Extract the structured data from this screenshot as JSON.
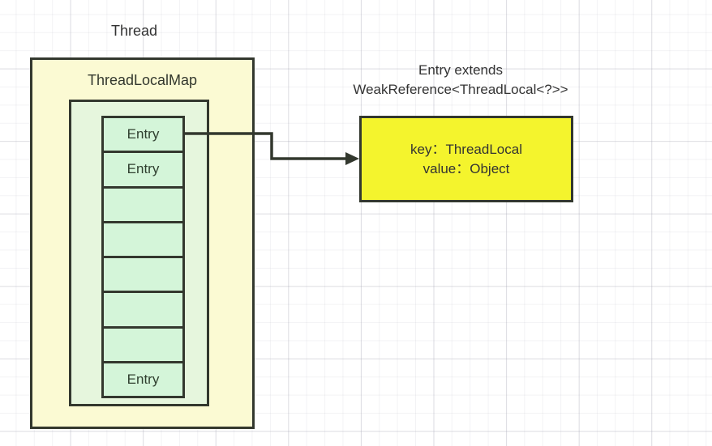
{
  "diagram": {
    "thread_label": "Thread",
    "map_box": {
      "title": "ThreadLocalMap"
    },
    "entries": [
      "Entry",
      "Entry",
      "",
      "",
      "",
      "",
      "",
      "Entry"
    ],
    "note": {
      "line1": "Entry extends",
      "line2": "WeakReference<ThreadLocal<?>>"
    },
    "detail_box": {
      "line1": "key：ThreadLocal",
      "line2": "value：Object"
    },
    "colors": {
      "map_box_fill": "#FBFAD3",
      "inner_box_fill": "#E6F6DD",
      "entry_cell_fill": "#D4F5D9",
      "detail_box_fill": "#F4F42D",
      "border": "#33382E",
      "text": "#333333",
      "grid_line": "#ECECF0"
    }
  }
}
